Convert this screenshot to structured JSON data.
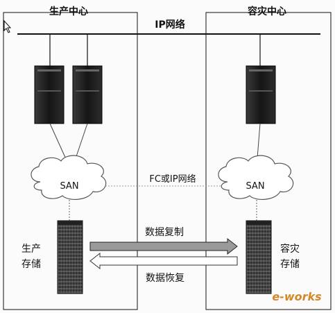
{
  "diagram": {
    "production_center": {
      "title": "生产中心",
      "storage_label_line1": "生产",
      "storage_label_line2": "存储",
      "san_label": "SAN"
    },
    "dr_center": {
      "title": "容灾中心",
      "storage_label_line1": "容灾",
      "storage_label_line2": "存储",
      "san_label": "SAN"
    },
    "ip_network_label": "IP网络",
    "fc_link_label": "FC或IP网络",
    "replicate_label": "数据复制",
    "restore_label": "数据恢复",
    "watermark": "e-works",
    "colors": {
      "line": "#111111",
      "server": "#1e1e1e",
      "cloud_stroke": "#555555",
      "dotted": "#999999",
      "watermark": "#d4882a"
    }
  }
}
